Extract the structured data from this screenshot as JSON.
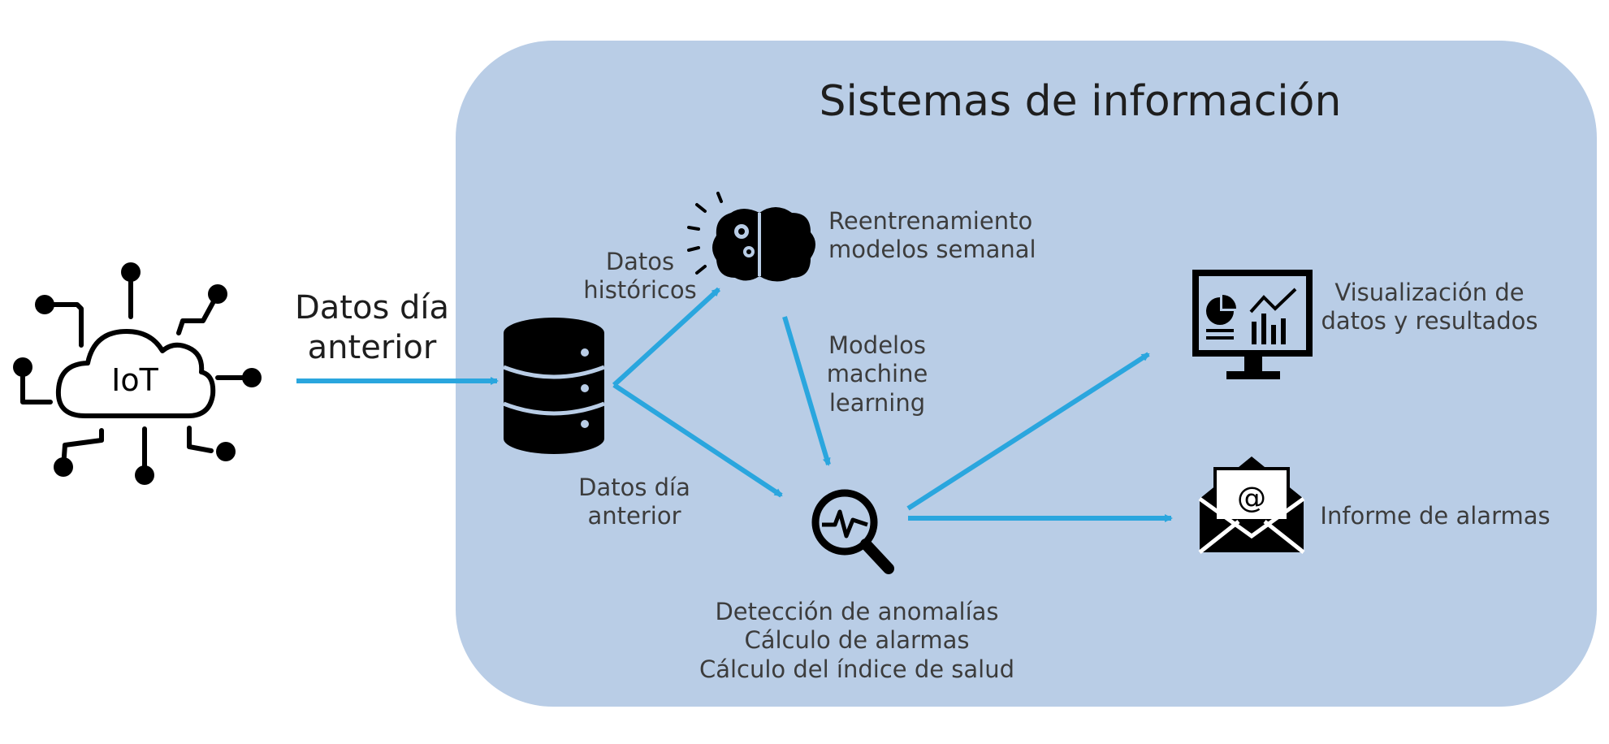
{
  "title": "Sistemas de información",
  "iot": {
    "label": "IoT",
    "input_label": [
      "Datos día",
      "anterior"
    ]
  },
  "edges": {
    "historical": [
      "Datos",
      "históricos"
    ],
    "daily": [
      "Datos día",
      "anterior"
    ],
    "models": [
      "Modelos",
      "machine",
      "learning"
    ]
  },
  "nodes": {
    "retrain": [
      "Reentrenamiento",
      "modelos semanal"
    ],
    "detection": [
      "Detección de anomalías",
      "Cálculo de alarmas",
      "Cálculo del índice de salud"
    ],
    "visualization": [
      "Visualización de",
      "datos y resultados"
    ],
    "alarms": "Informe de alarmas"
  },
  "icons": {
    "iot": "iot-cloud-icon",
    "database": "database-icon",
    "brain": "brain-gears-icon",
    "monitor": "dashboard-monitor-icon",
    "mail": "email-envelope-icon",
    "search": "anomaly-search-icon"
  },
  "colors": {
    "panel": "#b9cde6",
    "arrow": "#2aa6de",
    "icon": "#000000",
    "text": "#3c3c3c"
  }
}
